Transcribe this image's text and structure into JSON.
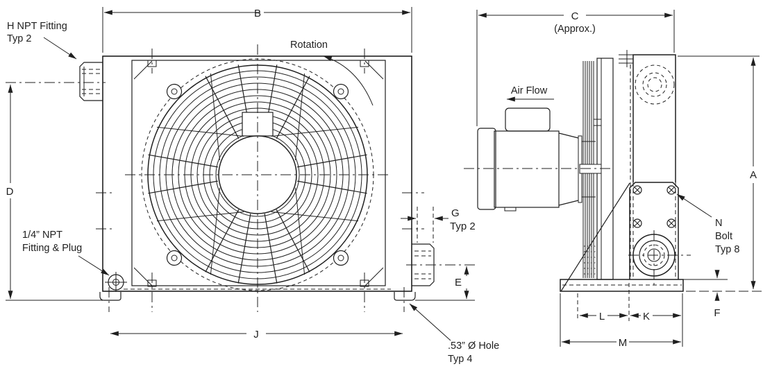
{
  "colors": {
    "ink": "#1f1f1f",
    "background": "#ffffff"
  },
  "front_view": {
    "note_h_fitting_line1": "H NPT Fitting",
    "note_h_fitting_line2": "Typ 2",
    "note_rotation": "Rotation",
    "note_plug_line1": "1/4” NPT",
    "note_plug_line2": "Fitting & Plug",
    "note_hole_line1": ".53” Ø Hole",
    "note_hole_line2": "Typ 4",
    "dim_width": "B",
    "dim_height": "D",
    "dim_hole_span": "J",
    "dim_fitting_projection": "G",
    "dim_fitting_projection_typ": "Typ 2",
    "dim_port_height": "E"
  },
  "side_view": {
    "note_air_flow": "Air Flow",
    "note_bolt_line1": "N",
    "note_bolt_line2": "Bolt",
    "note_bolt_line3": "Typ 8",
    "dim_depth": "C",
    "dim_depth_qualifier": "(Approx.)",
    "dim_height": "A",
    "dim_foot_front": "L",
    "dim_foot_rear": "K",
    "dim_base": "M",
    "dim_foot_height": "F"
  }
}
